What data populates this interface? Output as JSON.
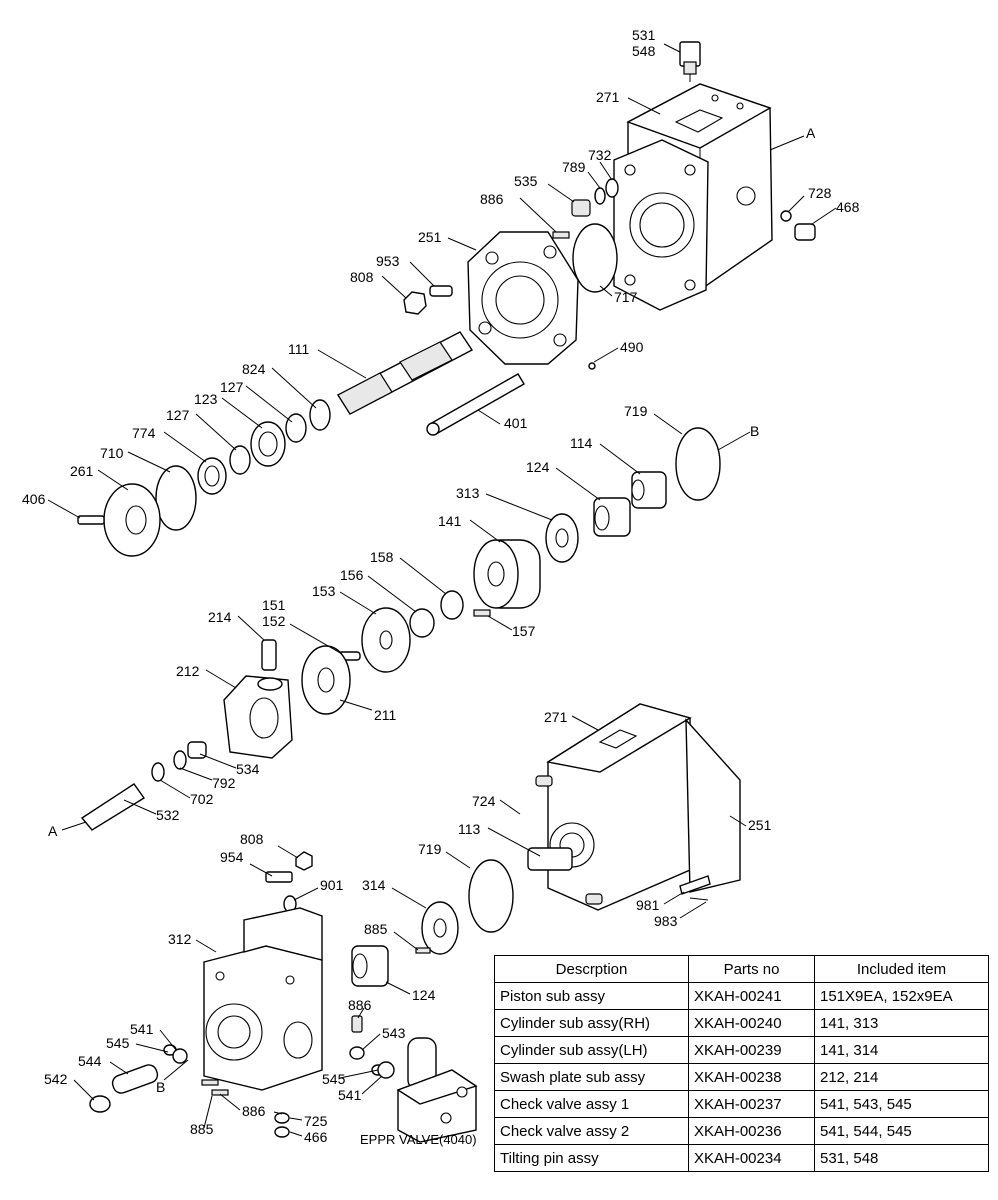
{
  "diagram": {
    "callouts": {
      "c531": "531",
      "c548": "548",
      "c271a": "271",
      "cA1": "A",
      "c732": "732",
      "c789": "789",
      "c535": "535",
      "c728": "728",
      "c468": "468",
      "c886a": "886",
      "c251a": "251",
      "c953": "953",
      "c808a": "808",
      "c717": "717",
      "c490": "490",
      "c111": "111",
      "c824": "824",
      "c127a": "127",
      "c127b": "127",
      "c123": "123",
      "c774": "774",
      "c710": "710",
      "c261": "261",
      "c406": "406",
      "c401": "401",
      "c719a": "719",
      "cB1": "B",
      "c114": "114",
      "c124a": "124",
      "c313": "313",
      "c141": "141",
      "c158": "158",
      "c156": "156",
      "c153": "153",
      "c157": "157",
      "c151": "151",
      "c152": "152",
      "c214": "214",
      "c212": "212",
      "c211": "211",
      "c534": "534",
      "c792": "792",
      "c702": "702",
      "c532": "532",
      "cA2": "A",
      "c271b": "271",
      "c724": "724",
      "c113": "113",
      "c251b": "251",
      "c719b": "719",
      "c981": "981",
      "c983": "983",
      "c808b": "808",
      "c954": "954",
      "c901": "901",
      "c314": "314",
      "c885a": "885",
      "c124b": "124",
      "c312": "312",
      "c886b": "886",
      "c543": "543",
      "c541a": "541",
      "c545a": "545",
      "c544": "544",
      "c542": "542",
      "cB2": "B",
      "c545b": "545",
      "c541b": "541",
      "c886c": "886",
      "c885b": "885",
      "c725": "725",
      "c466": "466"
    },
    "eppr_label": "EPPR VALVE(4040)"
  },
  "table": {
    "headers": [
      "Descrption",
      "Parts no",
      "Included item"
    ],
    "rows": [
      [
        "Piston sub assy",
        "XKAH-00241",
        "151X9EA, 152x9EA"
      ],
      [
        "Cylinder sub assy(RH)",
        "XKAH-00240",
        "141, 313"
      ],
      [
        "Cylinder sub assy(LH)",
        "XKAH-00239",
        "141, 314"
      ],
      [
        "Swash plate sub assy",
        "XKAH-00238",
        "212, 214"
      ],
      [
        "Check valve assy 1",
        "XKAH-00237",
        "541, 543, 545"
      ],
      [
        "Check valve assy 2",
        "XKAH-00236",
        "541, 544, 545"
      ],
      [
        "Tilting pin assy",
        "XKAH-00234",
        "531, 548"
      ]
    ]
  }
}
